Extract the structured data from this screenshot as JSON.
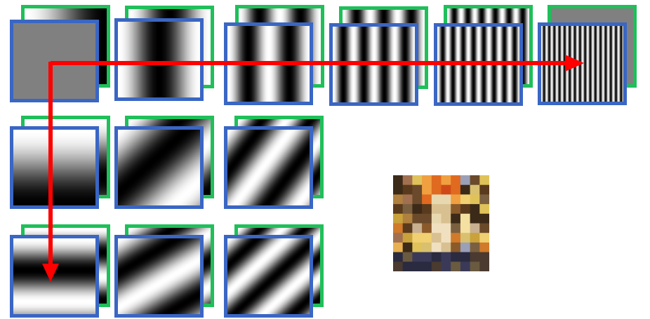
{
  "diagram": {
    "colors": {
      "back_border": "#1fbf5a",
      "front_border": "#3a66c4",
      "arrow": "#ff0000"
    },
    "top_row": [
      {
        "back_freq": 0.5,
        "front_freq": 0
      },
      {
        "back_freq": 1,
        "front_freq": 1
      },
      {
        "back_freq": 2,
        "front_freq": 2
      },
      {
        "back_freq": 3,
        "front_freq": 4
      },
      {
        "back_freq": 6,
        "front_freq": 8
      },
      {
        "back_freq": 0,
        "front_freq": 16
      }
    ],
    "lower_grid": [
      [
        {
          "fx": 0,
          "fy": 0.5
        },
        {
          "fx": 0.6,
          "fy": 0.6
        },
        {
          "fx": 1.3,
          "fy": 0.9
        }
      ],
      [
        {
          "fx": 0,
          "fy": 1.2
        },
        {
          "fx": 0.7,
          "fy": 1.1
        },
        {
          "fx": 1.4,
          "fy": 1.4
        }
      ]
    ],
    "painting": "pixelated-mosaic-image"
  }
}
